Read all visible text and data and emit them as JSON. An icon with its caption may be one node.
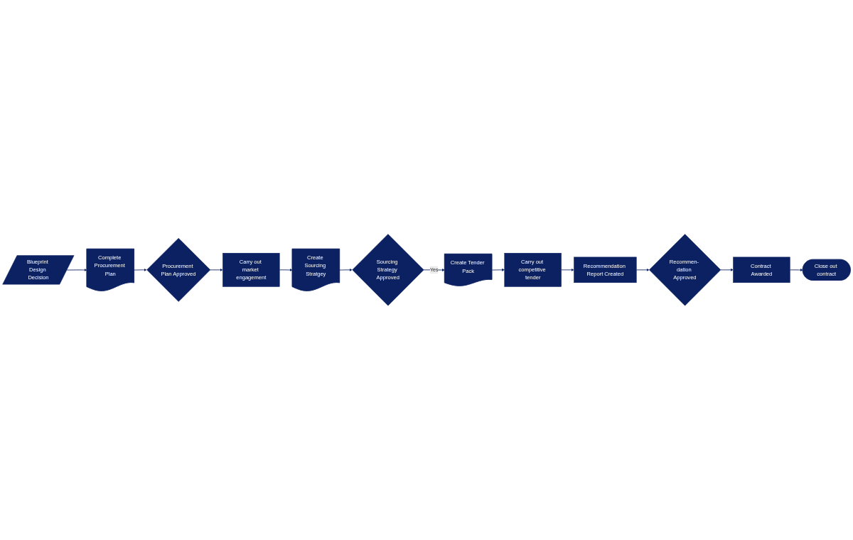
{
  "diagram": {
    "nodes": [
      {
        "text": [
          "Blueprint Design Decision"
        ]
      },
      {
        "text": [
          "Complete Procurement Plan"
        ]
      },
      {
        "text": [
          "Procurement Plan Approved"
        ]
      },
      {
        "text": [
          "Carry out market engagement"
        ]
      },
      {
        "text": [
          "Create Sourcing Stratgey"
        ]
      },
      {
        "text": [
          "Sourcing Strategy Approved"
        ]
      },
      {
        "text": [
          "Create Tender Pack"
        ]
      },
      {
        "text": [
          "Carry out competitive tender"
        ]
      },
      {
        "text": [
          "Recommendation Report Created"
        ]
      },
      {
        "text": [
          "Recommen- dation Approved"
        ]
      },
      {
        "text": [
          "Contract Awarded"
        ]
      },
      {
        "text": [
          "Close out contract"
        ]
      }
    ],
    "edges": [
      {
        "from": 0,
        "to": 1,
        "arrow": "to"
      },
      {
        "from": 1,
        "to": 2,
        "arrow": "to"
      },
      {
        "from": 2,
        "to": 3,
        "arrow": "to"
      },
      {
        "from": 3,
        "to": 4,
        "arrow": "to"
      },
      {
        "from": 4,
        "to": 5,
        "arrow": "to"
      },
      {
        "from": 5,
        "to": 6,
        "label": "Yes",
        "arrow": "to"
      },
      {
        "from": 6,
        "to": 7,
        "arrow": "to"
      },
      {
        "from": 7,
        "to": 8,
        "arrow": "to"
      },
      {
        "from": 8,
        "to": 9,
        "arrow": "to"
      },
      {
        "from": 9,
        "to": 10,
        "arrow": "to"
      },
      {
        "from": 10,
        "to": 11,
        "arrow": "to"
      }
    ]
  }
}
